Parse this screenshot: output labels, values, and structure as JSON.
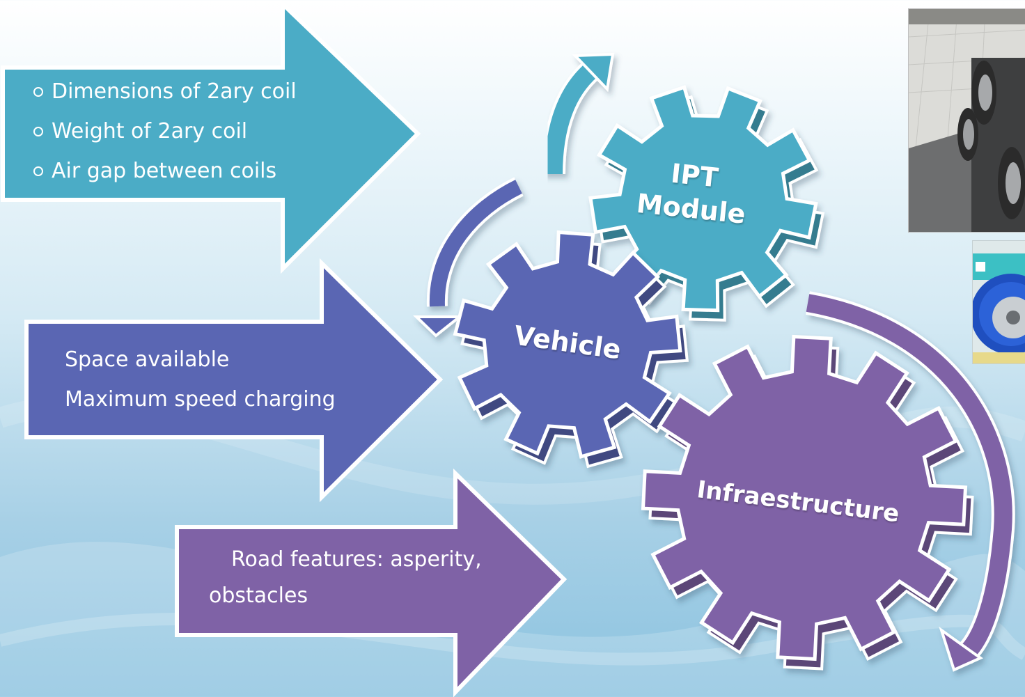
{
  "arrows": {
    "top": {
      "items": [
        "Dimensions of 2ary coil",
        "Weight of 2ary coil",
        "Air gap between coils"
      ],
      "color": "#4bacc6"
    },
    "middle": {
      "items": [
        "Space available",
        "Maximum speed charging"
      ],
      "color": "#5a66b3"
    },
    "bottom": {
      "line1": "Road features: asperity,",
      "line2": "obstacles",
      "color": "#7f62a6"
    }
  },
  "gears": {
    "ipt": {
      "line1": "IPT",
      "line2": "Module",
      "color": "#4bacc6"
    },
    "vehicle": {
      "label": "Vehicle",
      "color": "#5a66b3"
    },
    "infra": {
      "label": "Infraestructure",
      "color": "#7f62a6"
    }
  },
  "photos": {
    "top": "car-chassis-photo",
    "middle": "wheel-coil-render"
  }
}
